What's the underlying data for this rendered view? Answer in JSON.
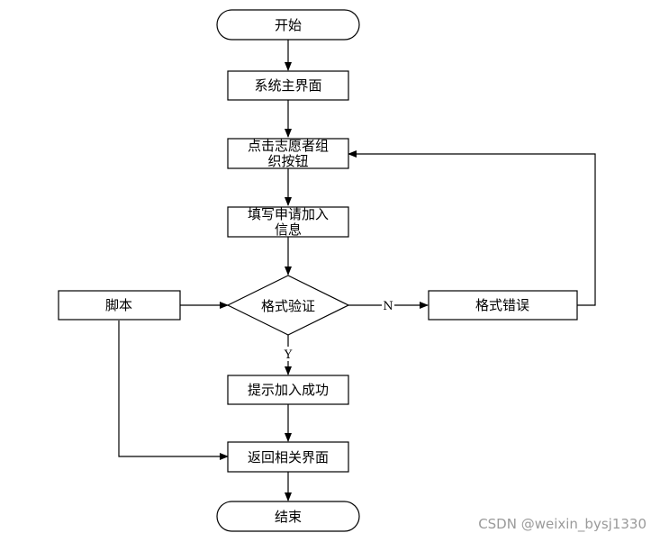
{
  "nodes": {
    "start": "开始",
    "main_ui": "系统主界面",
    "click_line1": "点击志愿者组",
    "click_line2": "织按钮",
    "fill_line1": "填写申请加入",
    "fill_line2": "信息",
    "validate": "格式验证",
    "script": "脚本",
    "format_error": "格式错误",
    "success": "提示加入成功",
    "return_ui": "返回相关界面",
    "end": "结束"
  },
  "edges": {
    "no": "N",
    "yes": "Y"
  },
  "watermark": "CSDN @weixin_bysj1330"
}
